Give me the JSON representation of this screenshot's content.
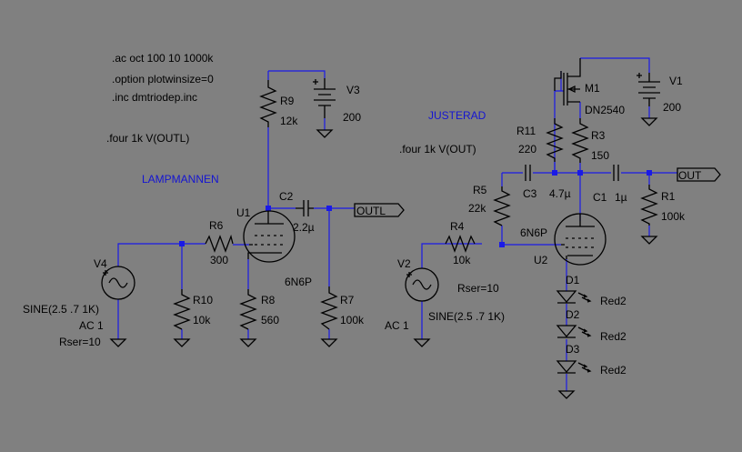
{
  "directives": {
    "ac": ".ac oct 100 10 1000k",
    "option": ".option plotwinsize=0",
    "inc": ".inc dmtriodep.inc",
    "four_left": ".four 1k V(OUTL)",
    "four_right": ".four 1k V(OUT)"
  },
  "titles": {
    "left": "LAMPMANNEN",
    "right": "JUSTERAD"
  },
  "left_circuit": {
    "R9": {
      "name": "R9",
      "value": "12k"
    },
    "V3": {
      "name": "V3",
      "value": "200"
    },
    "C2": {
      "name": "C2",
      "value": "2.2µ"
    },
    "U1": {
      "name": "U1",
      "model": "6N6P"
    },
    "R6": {
      "name": "R6",
      "value": "300"
    },
    "V4": {
      "name": "V4",
      "sine": "SINE(2.5 .7 1K)",
      "ac": "AC 1",
      "rser": "Rser=10"
    },
    "R10": {
      "name": "R10",
      "value": "10k"
    },
    "R8": {
      "name": "R8",
      "value": "560"
    },
    "R7": {
      "name": "R7",
      "value": "100k"
    },
    "out_label": "OUTL"
  },
  "right_circuit": {
    "M1": {
      "name": "M1",
      "model": "DN2540"
    },
    "V1": {
      "name": "V1",
      "value": "200"
    },
    "R11": {
      "name": "R11",
      "value": "220"
    },
    "R3": {
      "name": "R3",
      "value": "150"
    },
    "C3": {
      "name": "C3",
      "value": "4.7µ"
    },
    "C1": {
      "name": "C1",
      "value": "1µ"
    },
    "R1": {
      "name": "R1",
      "value": "100k"
    },
    "R5": {
      "name": "R5",
      "value": "22k"
    },
    "R4": {
      "name": "R4",
      "value": "10k"
    },
    "U2": {
      "name": "U2",
      "model": "6N6P"
    },
    "V2": {
      "name": "V2",
      "sine": "SINE(2.5 .7 1K)",
      "ac": "AC 1",
      "rser": "Rser=10"
    },
    "D1": {
      "name": "D1",
      "model": "Red2"
    },
    "D2": {
      "name": "D2",
      "model": "Red2"
    },
    "D3": {
      "name": "D3",
      "model": "Red2"
    },
    "out_label": "OUT"
  },
  "colors": {
    "background": "#808080",
    "wire": "#1a1ae6",
    "component": "#000000",
    "title_text": "#1414d2"
  }
}
